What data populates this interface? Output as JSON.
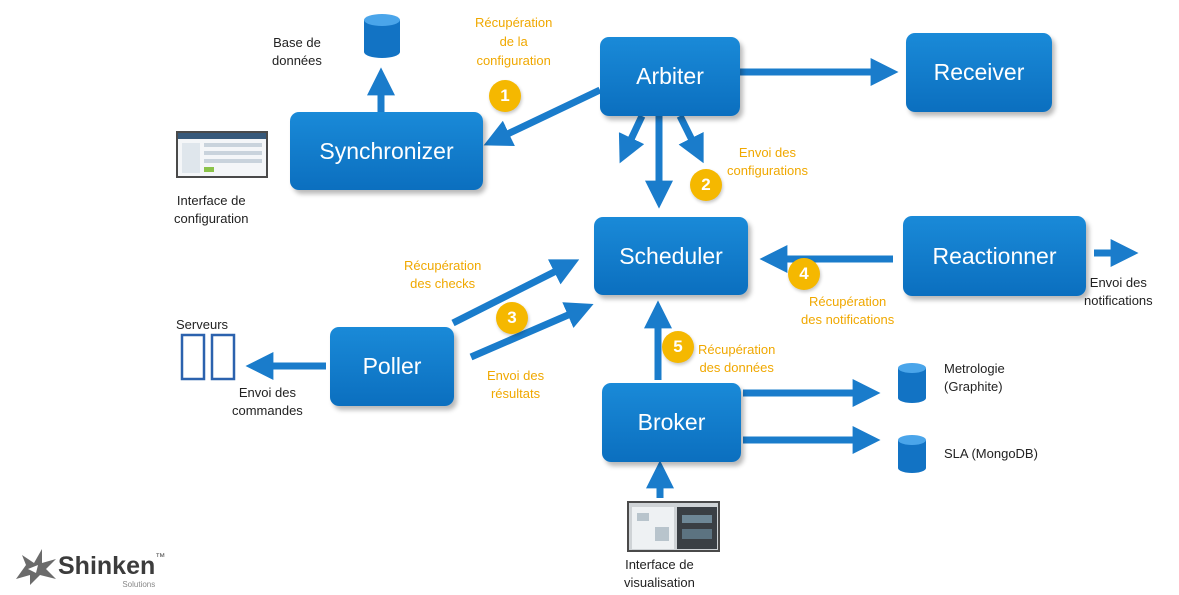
{
  "nodes": {
    "arbiter": "Arbiter",
    "receiver": "Receiver",
    "synchronizer": "Synchronizer",
    "scheduler": "Scheduler",
    "reactionner": "Reactionner",
    "poller": "Poller",
    "broker": "Broker"
  },
  "badges": [
    "1",
    "2",
    "3",
    "4",
    "5"
  ],
  "labels": {
    "base": [
      "Base de",
      "données"
    ],
    "interface_config": [
      "Interface de",
      "configuration"
    ],
    "serveurs": "Serveurs",
    "envoi_commandes": [
      "Envoi des",
      "commandes"
    ],
    "envoi_notifications": [
      "Envoi des",
      "notifications"
    ],
    "metrologie": [
      "Metrologie",
      "(Graphite)"
    ],
    "sla": "SLA (MongoDB)",
    "interface_visu": [
      "Interface de",
      "visualisation"
    ]
  },
  "flows": {
    "recup_config": [
      "Récupération",
      "de la",
      "configuration"
    ],
    "envoi_configs": [
      "Envoi des",
      "configurations"
    ],
    "recup_checks": [
      "Récupération",
      "des checks"
    ],
    "envoi_resultats": [
      "Envoi des",
      "résultats"
    ],
    "recup_notifications": [
      "Récupération",
      "des notifications"
    ],
    "recup_donnees": [
      "Récupération",
      "des données"
    ]
  },
  "logo": {
    "name": "Shinken",
    "tm": "™",
    "sub": "Solutions"
  },
  "colors": {
    "node": "#0b6fbf",
    "arrow": "#1a7ccb",
    "badge": "#f5b800",
    "flow_text": "#f0a800"
  }
}
